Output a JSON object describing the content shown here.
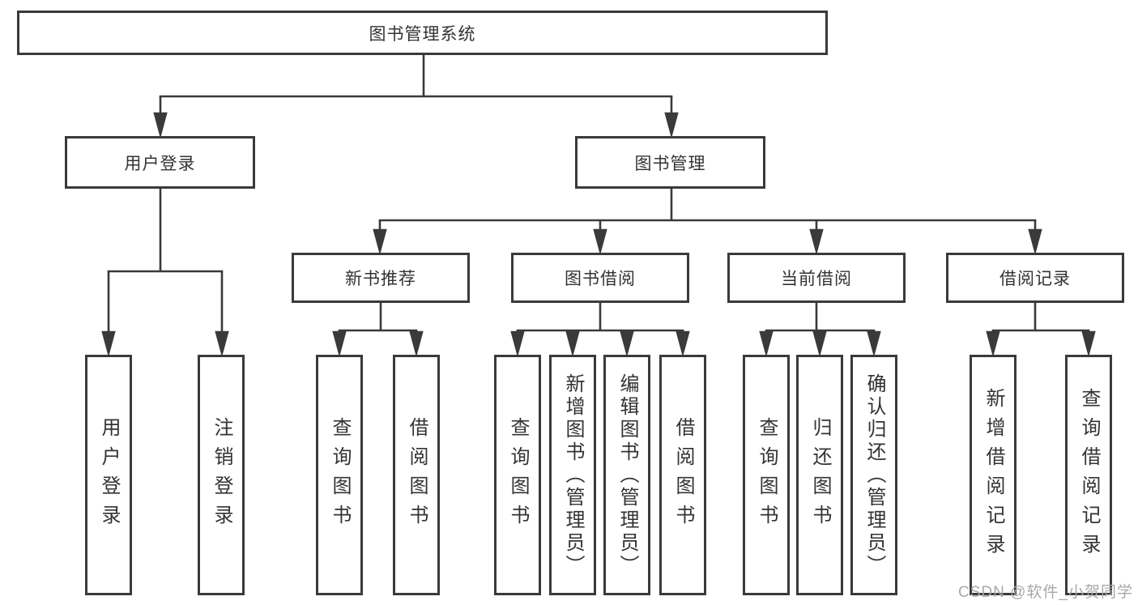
{
  "diagram": {
    "root": {
      "label": "图书管理系统"
    },
    "branches": [
      {
        "label": "用户登录",
        "children": [
          {
            "label": "用户登录"
          },
          {
            "label": "注销登录"
          }
        ]
      },
      {
        "label": "图书管理",
        "children": [
          {
            "label": "新书推荐",
            "children": [
              {
                "label": "查询图书"
              },
              {
                "label": "借阅图书"
              }
            ]
          },
          {
            "label": "图书借阅",
            "children": [
              {
                "label": "查询图书"
              },
              {
                "label": "新增图书（管理员）"
              },
              {
                "label": "编辑图书（管理员）"
              },
              {
                "label": "借阅图书"
              }
            ]
          },
          {
            "label": "当前借阅",
            "children": [
              {
                "label": "查询图书"
              },
              {
                "label": "归还图书"
              },
              {
                "label": "确认归还（管理员）"
              }
            ]
          },
          {
            "label": "借阅记录",
            "children": [
              {
                "label": "新增借阅记录"
              },
              {
                "label": "查询借阅记录"
              }
            ]
          }
        ]
      }
    ],
    "colors": {
      "line": "#3a3a3a",
      "box_border": "#3a3a3a",
      "text": "#333333",
      "watermark": "#a8a8a8",
      "background": "#ffffff"
    }
  },
  "watermark": {
    "text": "CSDN @软件_小贺同学"
  }
}
